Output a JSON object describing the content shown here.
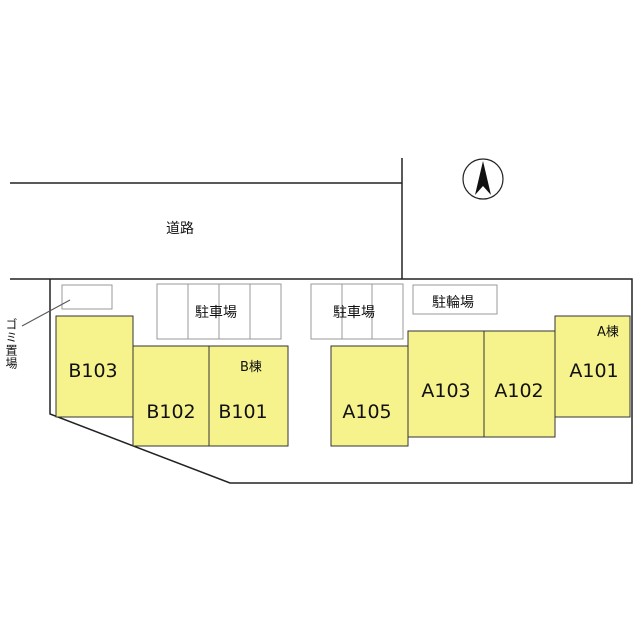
{
  "road": {
    "label": "道路"
  },
  "garbage": {
    "label": "ゴミ置場"
  },
  "parking_b": {
    "label": "駐車場"
  },
  "parking_a": {
    "label": "駐車場"
  },
  "bicycle_parking": {
    "label": "駐輪場"
  },
  "buildings": {
    "b": {
      "label": "B棟"
    },
    "a": {
      "label": "A棟"
    }
  },
  "units": {
    "b103": "B103",
    "b102": "B102",
    "b101": "B101",
    "a105": "A105",
    "a103": "A103",
    "a102": "A102",
    "a101": "A101"
  },
  "compass": {
    "icon": "north-arrow-icon"
  },
  "colors": {
    "unit_fill": "#f7f38c",
    "line": "#222222",
    "parking_line": "#9a9a9a"
  }
}
